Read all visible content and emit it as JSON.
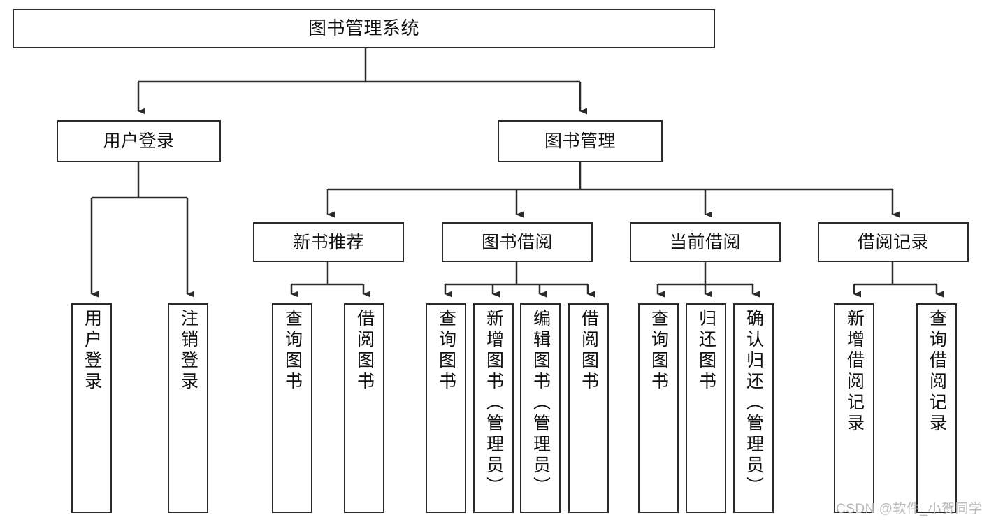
{
  "diagram": {
    "type": "tree-hierarchy",
    "title": "图书管理系统",
    "watermark": "CSDN @软件_小贺同学",
    "line_color": "#2b2b2b",
    "box_fill": "#ffffff",
    "text_color": "#111111",
    "watermark_color": "#b9b9b9",
    "levels": 4,
    "nodes": {
      "root": {
        "label": "图书管理系统",
        "orientation": "horizontal"
      },
      "level2": [
        {
          "label": "用户登录",
          "orientation": "horizontal"
        },
        {
          "label": "图书管理",
          "orientation": "horizontal"
        }
      ],
      "level3": [
        {
          "label": "新书推荐",
          "orientation": "horizontal"
        },
        {
          "label": "图书借阅",
          "orientation": "horizontal"
        },
        {
          "label": "当前借阅",
          "orientation": "horizontal"
        },
        {
          "label": "借阅记录",
          "orientation": "horizontal"
        }
      ],
      "leaves_user_login": [
        {
          "label": "用户登录",
          "orientation": "vertical"
        },
        {
          "label": "注销登录",
          "orientation": "vertical"
        }
      ],
      "leaves_new_book": [
        {
          "label": "查询图书",
          "orientation": "vertical"
        },
        {
          "label": "借阅图书",
          "orientation": "vertical"
        }
      ],
      "leaves_borrow": [
        {
          "label": "查询图书",
          "orientation": "vertical"
        },
        {
          "label": "新增图书（管理员）",
          "orientation": "vertical"
        },
        {
          "label": "编辑图书（管理员）",
          "orientation": "vertical"
        },
        {
          "label": "借阅图书",
          "orientation": "vertical"
        }
      ],
      "leaves_current": [
        {
          "label": "查询图书",
          "orientation": "vertical"
        },
        {
          "label": "归还图书",
          "orientation": "vertical"
        },
        {
          "label": "确认归还（管理员）",
          "orientation": "vertical"
        }
      ],
      "leaves_records": [
        {
          "label": "新增借阅记录",
          "orientation": "vertical"
        },
        {
          "label": "查询借阅记录",
          "orientation": "vertical"
        }
      ]
    }
  }
}
